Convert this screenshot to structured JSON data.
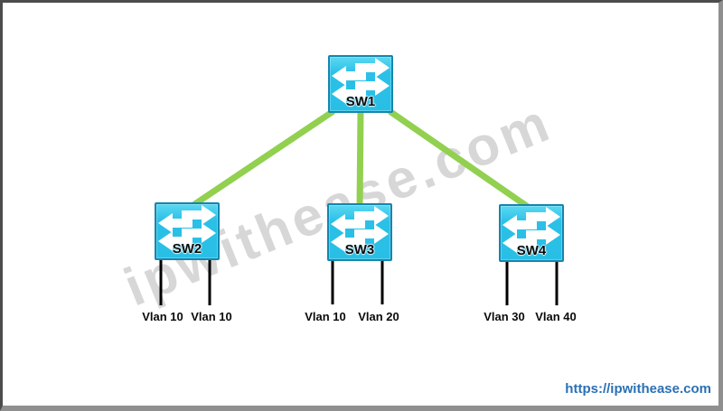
{
  "diagram": {
    "title_hint": "VLAN switching topology",
    "watermark": "ipwithease.com",
    "footer_link": "https://ipwithease.com",
    "colors": {
      "switch_fill": "#29bfe5",
      "switch_fill_highlight": "#5ad8f1",
      "switch_border": "#1486ae",
      "trunk_link_green": "#92d050",
      "access_link_black": "#000000",
      "watermark_gray": "#d7d7d7",
      "footer_link_blue": "#2a70b5"
    },
    "switches": [
      {
        "id": "sw1",
        "label": "SW1"
      },
      {
        "id": "sw2",
        "label": "SW2"
      },
      {
        "id": "sw3",
        "label": "SW3"
      },
      {
        "id": "sw4",
        "label": "SW4"
      }
    ],
    "trunk_links": [
      {
        "from": "SW1",
        "to": "SW2"
      },
      {
        "from": "SW1",
        "to": "SW3"
      },
      {
        "from": "SW1",
        "to": "SW4"
      }
    ],
    "vlan_labels": [
      {
        "text": "Vlan 10",
        "switch": "SW2"
      },
      {
        "text": "Vlan 10",
        "switch": "SW2"
      },
      {
        "text": "Vlan 10",
        "switch": "SW3"
      },
      {
        "text": "Vlan 20",
        "switch": "SW3"
      },
      {
        "text": "Vlan 30",
        "switch": "SW4"
      },
      {
        "text": "Vlan 40",
        "switch": "SW4"
      }
    ]
  }
}
